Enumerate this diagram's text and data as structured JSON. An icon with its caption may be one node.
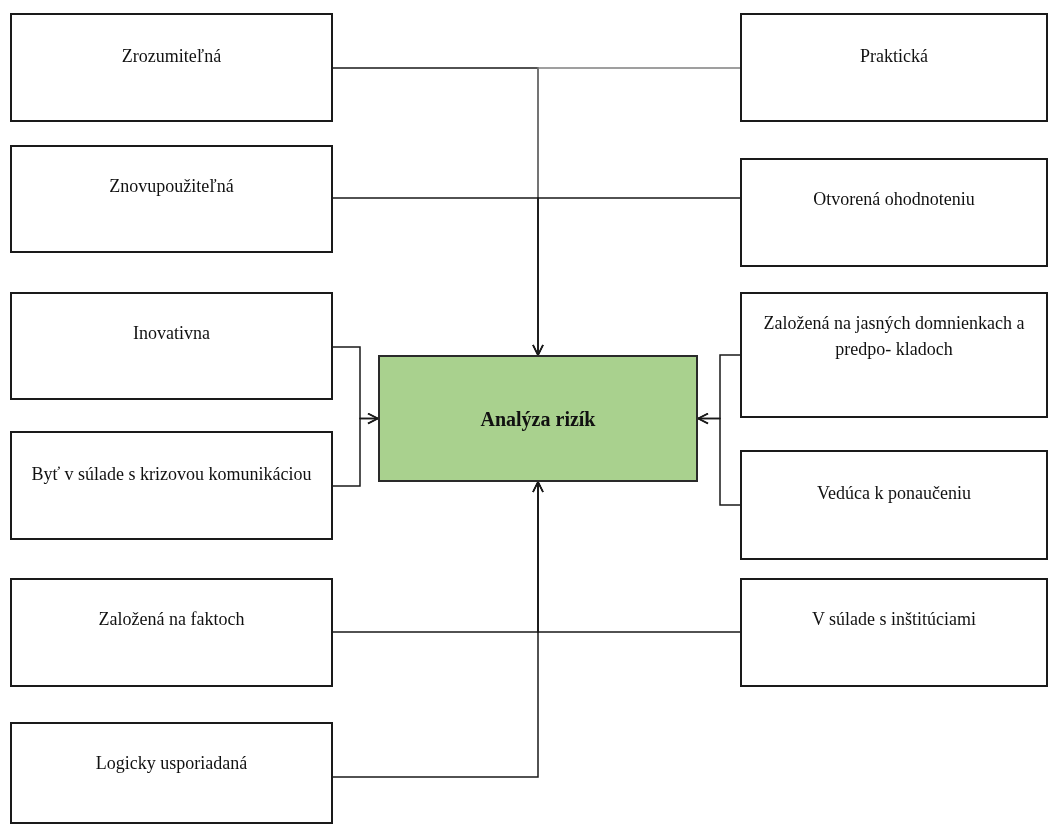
{
  "diagram": {
    "nodes": [
      {
        "text": [
          "Zrozumiteľná"
        ]
      },
      {
        "text": [
          "Praktická"
        ]
      },
      {
        "text": [
          "Znovupoužiteľná"
        ]
      },
      {
        "text": [
          "Otvorená ohodnoteniu"
        ]
      },
      {
        "text": [
          "Inovativna"
        ]
      },
      {
        "text": [
          "Založená na jasných domnienkach a predpo- kladoch"
        ]
      },
      {
        "text": [
          "Analýza rizík"
        ]
      },
      {
        "text": [
          "Byť v súlade s krizovou komunikáciou"
        ]
      },
      {
        "text": [
          "Vedúca k ponaučeniu"
        ]
      },
      {
        "text": [
          "Založená na faktoch"
        ]
      },
      {
        "text": [
          "V súlade s inštitúciami"
        ]
      },
      {
        "text": [
          "Logicky usporiadaná"
        ]
      }
    ],
    "edges": [
      {
        "from": 0,
        "to": 6,
        "arrow": "to"
      },
      {
        "from": 1,
        "to": 6,
        "arrow": "to",
        "color": "#808080"
      },
      {
        "from": 2,
        "to": 6,
        "arrow": "to"
      },
      {
        "from": 3,
        "to": 6,
        "arrow": "to"
      },
      {
        "from": 4,
        "to": 6,
        "arrow": "to"
      },
      {
        "from": 7,
        "to": 6,
        "arrow": "to"
      },
      {
        "from": 5,
        "to": 6,
        "arrow": "to"
      },
      {
        "from": 8,
        "to": 6,
        "arrow": "to"
      },
      {
        "from": 9,
        "to": 6,
        "arrow": "to"
      },
      {
        "from": 10,
        "to": 6,
        "arrow": "to"
      },
      {
        "from": 11,
        "to": 6,
        "arrow": "to"
      }
    ]
  }
}
